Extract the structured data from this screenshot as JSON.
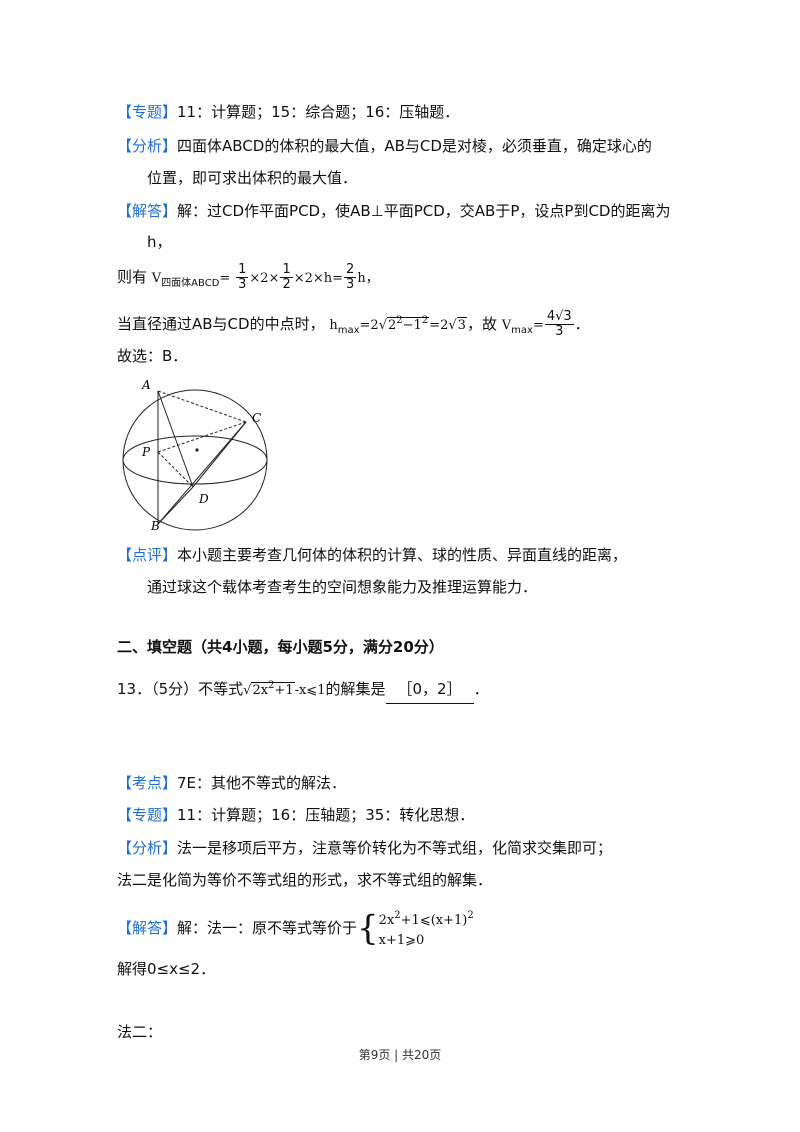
{
  "s1": {
    "zhuanti_tag": "【专题】",
    "zhuanti_text": "11：计算题；15：综合题；16：压轴题．",
    "fenxi_tag": "【分析】",
    "fenxi_text1": "四面体ABCD的体积的最大值，AB与CD是对棱，必须垂直，确定球心的",
    "fenxi_text2": "位置，即可求出体积的最大值．",
    "jieda_tag": "【解答】",
    "jieda_text1": "解：过CD作平面PCD，使AB⊥平面PCD，交AB于P，设点P到CD的距离为",
    "jieda_text2": "h，",
    "vol_prefix": "则有",
    "vol_v": "V",
    "vol_sub": "四面体ABCD",
    "vol_eq": "=",
    "vol_f1_num": "1",
    "vol_f1_den": "3",
    "vol_mid1": "×2×",
    "vol_f2_num": "1",
    "vol_f2_den": "2",
    "vol_mid2": "×2×h=",
    "vol_f3_num": "2",
    "vol_f3_den": "3",
    "vol_end": "h，",
    "max_prefix": "当直径通过AB与CD的中点时，",
    "max_h": "h",
    "max_sub1": "max",
    "max_eq": "=2",
    "max_rad": "√",
    "max_rad_a": "2",
    "max_sup1": "2",
    "max_minus": "−1",
    "max_sup2": "2",
    "max_eq2": "=2",
    "max_rad2_in": "3",
    "max_gu": "，故",
    "max_v": "V",
    "max_sub2": "max",
    "max_eq3": "=",
    "max_frac_num": "4√3",
    "max_frac_den": "3",
    "max_end": "．",
    "guxuan": "故选：B．",
    "dianping_tag": "【点评】",
    "dianping_text1": "本小题主要考查几何体的体积的计算、球的性质、异面直线的距离，",
    "dianping_text2": "通过球这个载体考查考生的空间想象能力及推理运算能力．"
  },
  "figure": {
    "labels": {
      "A": "A",
      "B": "B",
      "C": "C",
      "D": "D",
      "P": "P"
    }
  },
  "section2": {
    "heading": "二、填空题（共4小题，每小题5分，满分20分）"
  },
  "q13": {
    "prefix": "13．（5分）不等式",
    "expr_rad": "√",
    "expr_in_a": "2x",
    "expr_sup": "2",
    "expr_in_b": "+1",
    "expr_after": "-x⩽1",
    "mid": "的解集是",
    "answer": "［0，2］",
    "end": "．"
  },
  "s2": {
    "kaodian_tag": "【考点】",
    "kaodian_text": "7E：其他不等式的解法．",
    "zhuanti_tag": "【专题】",
    "zhuanti_text": "11：计算题；16：压轴题；35：转化思想．",
    "fenxi_tag": "【分析】",
    "fenxi_text1": "法一是移项后平方，注意等价转化为不等式组，化简求交集即可；",
    "fenxi_text2": "法二是化简为等价不等式组的形式，求不等式组的解集．",
    "jieda_tag": "【解答】",
    "jieda_text": "解：法一：原不等式等价于",
    "sys_line1_a": "2x",
    "sys_line1_sup": "2",
    "sys_line1_b": "+1⩽(x+1)",
    "sys_line1_sup2": "2",
    "sys_line2": "x+1⩾0",
    "jiede": "解得0≤x≤2．",
    "faer": "法二："
  },
  "footer": "第9页 | 共20页"
}
